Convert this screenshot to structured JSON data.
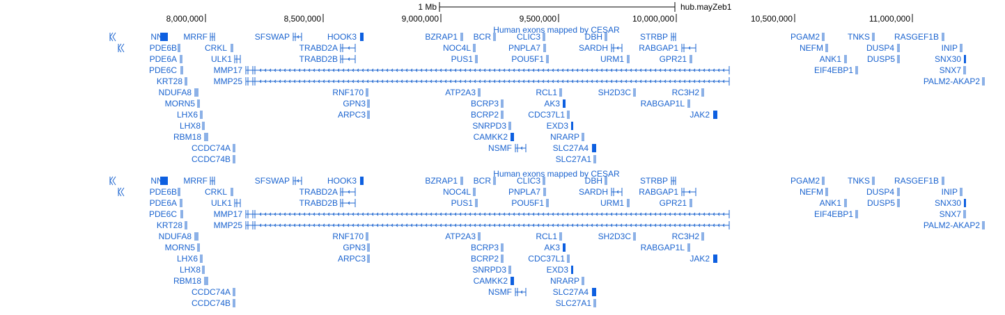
{
  "ruler": {
    "scale_label": "1 Mb",
    "assembly_label": "hub.mayZeb1",
    "ticks": [
      "8,000,000",
      "8,500,000",
      "9,000,000",
      "9,500,000",
      "10,000,000",
      "10,500,000",
      "11,000,000"
    ]
  },
  "tracks": [
    {
      "title": "Human exons mapped by CESAR",
      "genes": [
        "NNT",
        "PDE6B",
        "PDE6A",
        "PDE6C",
        "KRT28",
        "NDUFA8",
        "MORN5",
        "LHX6",
        "LHX8",
        "RBM18",
        "CCDC74A",
        "CCDC74B",
        "MRRF",
        "CRKL",
        "ULK1",
        "MMP17",
        "MMP25",
        "SFSWAP",
        "TRABD2A",
        "TRABD2B",
        "HOOK3",
        "RNF170",
        "GPN3",
        "ARPC3",
        "BZRAP1",
        "NOC4L",
        "PUS1",
        "ATP2A3",
        "BCRP3",
        "BCRP2",
        "SNRPD3",
        "CAMKK2",
        "NSMF",
        "BCR",
        "CLIC3",
        "PNPLA7",
        "POU5F1",
        "RCL1",
        "AK3",
        "CDC37L1",
        "EXD3",
        "NRARP",
        "SLC27A4",
        "SLC27A1",
        "DBH",
        "SARDH",
        "URM1",
        "SH2D3C",
        "RABGAP1L",
        "STRBP",
        "RABGAP1",
        "GPR21",
        "RC3H2",
        "JAK2",
        "PGAM2",
        "NEFM",
        "ANK1",
        "EIF4EBP1",
        "TNKS",
        "DUSP4",
        "DUSP5",
        "RASGEF1B",
        "INIP",
        "SNX30",
        "SNX7",
        "PALM2-AKAP2"
      ]
    },
    {
      "title": "Human exons mapped by CESAR",
      "genes": [
        "NNT",
        "PDE6B",
        "PDE6A",
        "PDE6C",
        "KRT28",
        "NDUFA8",
        "MORN5",
        "LHX6",
        "LHX8",
        "RBM18",
        "CCDC74A",
        "CCDC74B",
        "MRRF",
        "CRKL",
        "ULK1",
        "MMP17",
        "MMP25",
        "SFSWAP",
        "TRABD2A",
        "TRABD2B",
        "HOOK3",
        "RNF170",
        "GPN3",
        "ARPC3",
        "BZRAP1",
        "NOC4L",
        "PUS1",
        "ATP2A3",
        "BCRP3",
        "BCRP2",
        "SNRPD3",
        "CAMKK2",
        "NSMF",
        "BCR",
        "CLIC3",
        "PNPLA7",
        "POU5F1",
        "RCL1",
        "AK3",
        "CDC37L1",
        "EXD3",
        "NRARP",
        "SLC27A4",
        "SLC27A1",
        "DBH",
        "SARDH",
        "URM1",
        "SH2D3C",
        "RABGAP1L",
        "STRBP",
        "RABGAP1",
        "GPR21",
        "RC3H2",
        "JAK2",
        "PGAM2",
        "NEFM",
        "ANK1",
        "EIF4EBP1",
        "TNKS",
        "DUSP4",
        "DUSP5",
        "RASGEF1B",
        "INIP",
        "SNX30",
        "SNX7",
        "PALM2-AKAP2"
      ]
    }
  ],
  "colors": {
    "gene": "#1a63cf",
    "exon": "#0d5fe0",
    "ruler": "#000000"
  }
}
